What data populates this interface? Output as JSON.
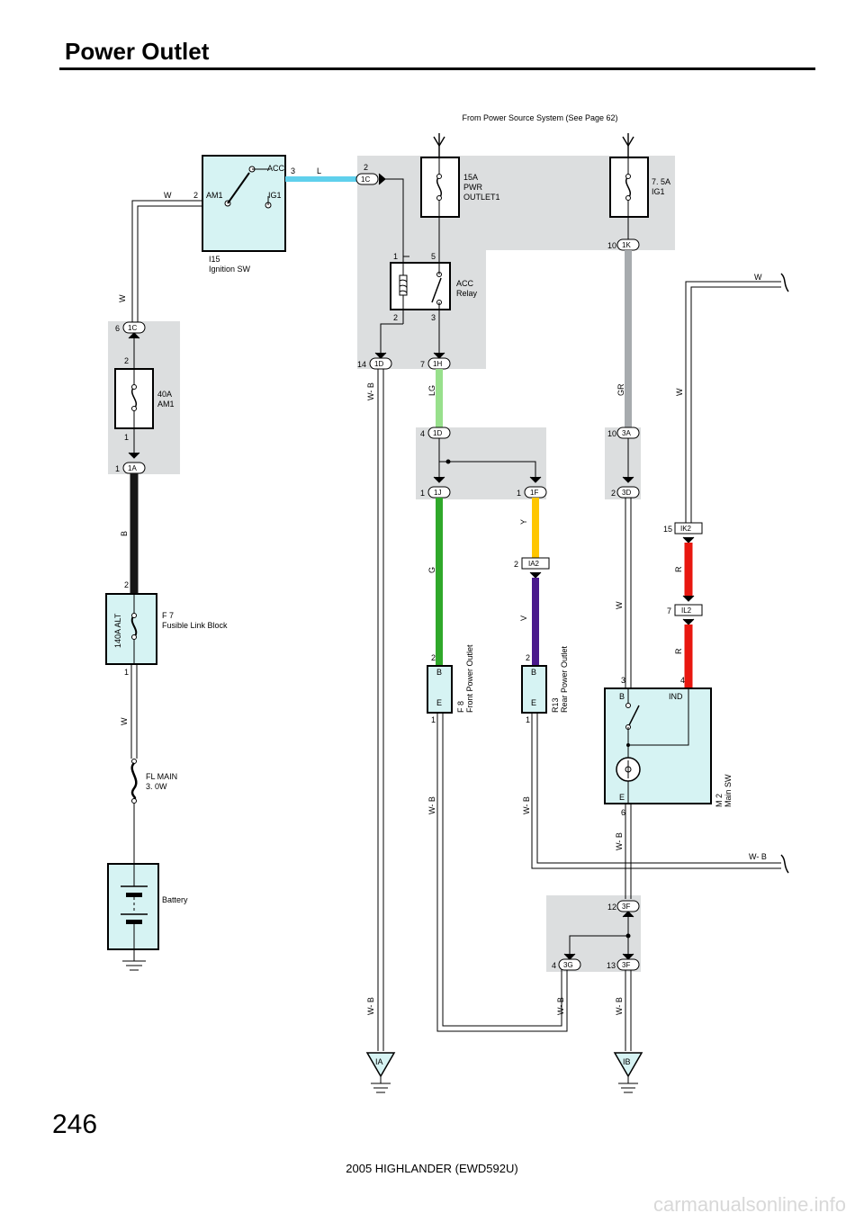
{
  "title": "Power Outlet",
  "page_number": "246",
  "footer": "2005 HIGHLANDER (EWD592U)",
  "watermark": "carmanualsonline.info",
  "power_source_note": "From Power Source System (See Page 62)",
  "colors": {
    "shade": "#dcdedf",
    "component_fill": "#d6f3f3",
    "wire_L": "#5fd0ec",
    "wire_LG": "#98e08c",
    "wire_G": "#2fa82a",
    "wire_Y": "#ffc600",
    "wire_V": "#4a1a8c",
    "wire_GR": "#a7abae",
    "wire_R": "#e8170f",
    "wire_B": "#151515"
  },
  "components": {
    "ignition_sw": {
      "id": "I15",
      "name": "Ignition SW",
      "pin_am1": "AM1",
      "pin_acc": "ACC",
      "pin_ig1": "IG1",
      "pin_2": "2",
      "pin_3": "3"
    },
    "fuse_pwr": {
      "rating": "15A",
      "name1": "PWR",
      "name2": "OUTLET1"
    },
    "fuse_ig1": {
      "rating": "7. 5A",
      "name": "IG1"
    },
    "acc_relay": {
      "name1": "ACC",
      "name2": "Relay",
      "pin1": "1",
      "pin5": "5",
      "pin2": "2",
      "pin3": "3"
    },
    "fuse_am1": {
      "rating": "40A",
      "name": "AM1",
      "pin2": "2",
      "pin1": "1"
    },
    "fusible_link": {
      "id": "F 7",
      "name": "Fusible Link Block",
      "rating": "140A ALT",
      "pin2": "2",
      "pin1": "1"
    },
    "fl_main": {
      "name": "FL MAIN",
      "rating": "3. 0W"
    },
    "battery": {
      "name": "Battery"
    },
    "front_outlet": {
      "id": "F 8",
      "name": "Front Power Outlet",
      "pin_b": "B",
      "pin_e": "E",
      "pin2": "2",
      "pin1": "1"
    },
    "rear_outlet": {
      "id": "R13",
      "name": "Rear Power Outlet",
      "pin_b": "B",
      "pin_e": "E",
      "pin2": "2",
      "pin1": "1"
    },
    "main_sw": {
      "id": "M 2",
      "name": "Main SW",
      "pin_b": "B",
      "pin_ind": "IND",
      "pin_e": "E",
      "pin3": "3",
      "pin4": "4",
      "pin6": "6"
    }
  },
  "connectors": [
    {
      "code": "1C",
      "pin": "2"
    },
    {
      "code": "1K",
      "pin": "10"
    },
    {
      "code": "1C",
      "pin": "6"
    },
    {
      "code": "1A",
      "pin": "1"
    },
    {
      "code": "1D",
      "pin": "14"
    },
    {
      "code": "1H",
      "pin": "7"
    },
    {
      "code": "1D",
      "pin": "4"
    },
    {
      "code": "3A",
      "pin": "10"
    },
    {
      "code": "1J",
      "pin": "1"
    },
    {
      "code": "1F",
      "pin": "1"
    },
    {
      "code": "3D",
      "pin": "2"
    },
    {
      "code": "IK2",
      "pin": "15"
    },
    {
      "code": "IA2",
      "pin": "2"
    },
    {
      "code": "IL2",
      "pin": "7"
    },
    {
      "code": "3F",
      "pin": "12"
    },
    {
      "code": "3G",
      "pin": "4"
    },
    {
      "code": "3F",
      "pin": "13"
    }
  ],
  "wire_labels": {
    "w_top": "W",
    "l_acc": "L",
    "w_left": "W",
    "b_left": "B",
    "w_low": "W",
    "wb_1d": "W- B",
    "lg": "LG",
    "g": "G",
    "y": "Y",
    "v": "V",
    "gr": "GR",
    "w_3d": "W",
    "r1": "R",
    "r2": "R",
    "w_right": "W",
    "w_far": "W",
    "wb_front": "W- B",
    "wb_rear": "W- B",
    "wb_mainsw": "W- B",
    "wb_right": "W- B",
    "wb_ia": "W- B",
    "wb_3g": "W- B",
    "wb_3f": "W- B"
  },
  "grounds": {
    "left": "IA",
    "right": "IB"
  }
}
